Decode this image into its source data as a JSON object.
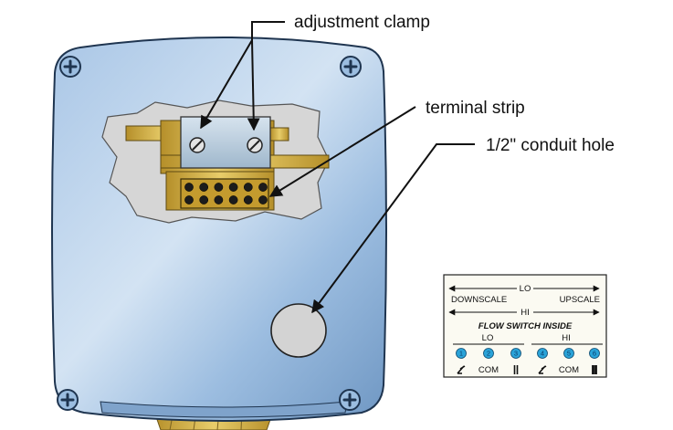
{
  "callouts": {
    "adjustment_clamp": "adjustment clamp",
    "terminal_strip": "terminal strip",
    "conduit_hole": "1/2\" conduit hole"
  },
  "label_plate": {
    "lo_top": "LO",
    "downscale": "DOWNSCALE",
    "upscale": "UPSCALE",
    "hi_mid": "HI",
    "title": "FLOW SWITCH INSIDE",
    "group_lo": "LO",
    "group_hi": "HI",
    "terminals": [
      {
        "number": "1",
        "mark": ""
      },
      {
        "number": "2",
        "mark": "COM"
      },
      {
        "number": "3",
        "mark": ""
      },
      {
        "number": "4",
        "mark": ""
      },
      {
        "number": "5",
        "mark": "COM"
      },
      {
        "number": "6",
        "mark": ""
      }
    ]
  },
  "colors": {
    "housing_light": "#c9dcef",
    "housing_mid": "#8fb3d8",
    "housing_dark": "#5f88b6",
    "brass": "#d9b84a",
    "terminal_blue": "#2aa3d8",
    "cutaway_gray": "#d4d4d4"
  }
}
